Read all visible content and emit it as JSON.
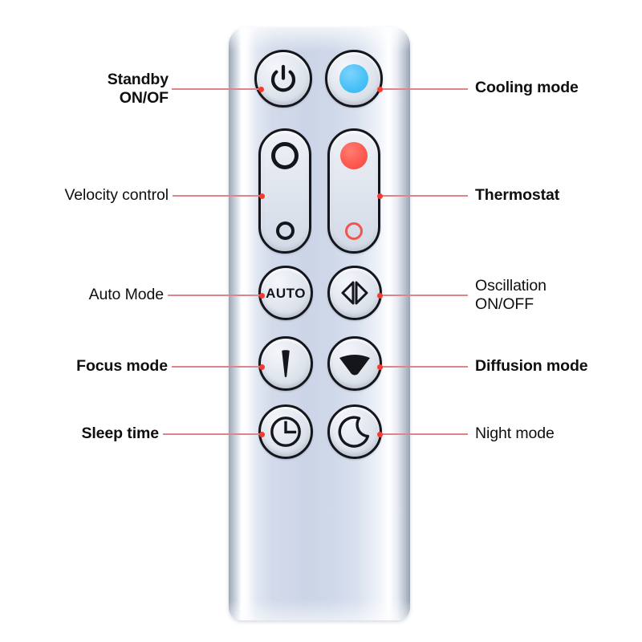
{
  "diagram": {
    "title": "Air purifier fan remote control button guide",
    "device": "remote-control",
    "accent_line_color": "#e0848c",
    "accent_dot_color": "#f43b33",
    "body_color": "#ccd5e7"
  },
  "buttons": [
    {
      "id": "standby",
      "icon": "power-icon",
      "shape": "round",
      "label": "Standby\nON/OF",
      "label_side": "left",
      "label_weight": "bold"
    },
    {
      "id": "cooling",
      "icon": "blue-dot-icon",
      "shape": "round",
      "label": "Cooling mode",
      "label_side": "right",
      "label_weight": "bold",
      "accent": "#4bc2f7"
    },
    {
      "id": "velocity",
      "icon": "ring-up-down-icon",
      "shape": "pill",
      "label": "Velocity control",
      "label_side": "left",
      "label_weight": "normal"
    },
    {
      "id": "thermostat",
      "icon": "filled-dot-and-ring-icon",
      "shape": "pill",
      "label": "Thermostat",
      "label_side": "right",
      "label_weight": "bold",
      "accent": "#fc5a50"
    },
    {
      "id": "auto",
      "icon": "auto-text-icon",
      "shape": "round",
      "icon_text": "AUTO",
      "label": "Auto Mode",
      "label_side": "left",
      "label_weight": "normal"
    },
    {
      "id": "oscillation",
      "icon": "left-right-triangles-icon",
      "shape": "round",
      "label": "Oscillation\nON/OFF",
      "label_side": "right",
      "label_weight": "normal"
    },
    {
      "id": "focus",
      "icon": "narrow-beam-icon",
      "shape": "round",
      "label": "Focus mode",
      "label_side": "left",
      "label_weight": "bold"
    },
    {
      "id": "diffusion",
      "icon": "wide-beam-icon",
      "shape": "round",
      "label": "Diffusion mode",
      "label_side": "right",
      "label_weight": "bold"
    },
    {
      "id": "sleep",
      "icon": "clock-icon",
      "shape": "round",
      "label": "Sleep time",
      "label_side": "left",
      "label_weight": "bold"
    },
    {
      "id": "night",
      "icon": "crescent-moon-icon",
      "shape": "round",
      "label": "Night mode",
      "label_side": "right",
      "label_weight": "normal"
    }
  ]
}
